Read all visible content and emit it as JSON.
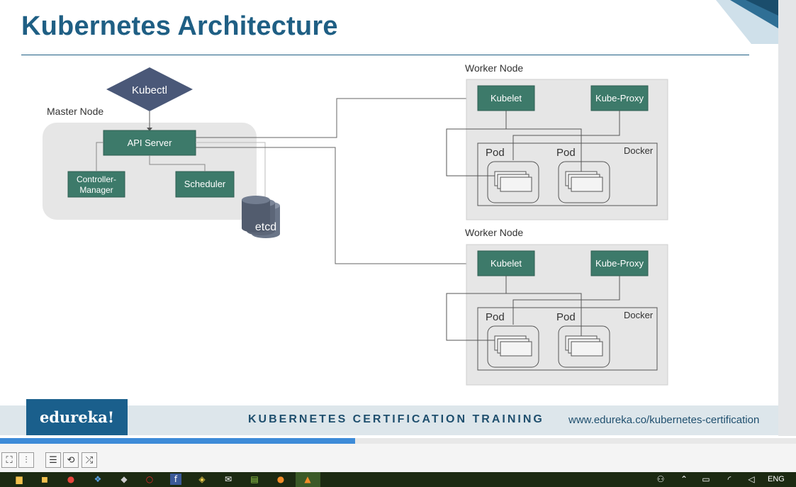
{
  "slide": {
    "title": "Kubernetes Architecture",
    "brand_color": "#1f5f84",
    "node_color": "#3d7a6a"
  },
  "diagram": {
    "kubectl": "Kubectl",
    "master_node_label": "Master Node",
    "api_server": "API Server",
    "controller_manager_line1": "Controller-",
    "controller_manager_line2": "Manager",
    "scheduler": "Scheduler",
    "etcd": "etcd",
    "worker_nodes": [
      {
        "label": "Worker Node",
        "kubelet": "Kubelet",
        "kube_proxy": "Kube-Proxy",
        "docker": "Docker",
        "pods": [
          "Pod",
          "Pod"
        ]
      },
      {
        "label": "Worker Node",
        "kubelet": "Kubelet",
        "kube_proxy": "Kube-Proxy",
        "docker": "Docker",
        "pods": [
          "Pod",
          "Pod"
        ]
      }
    ]
  },
  "footer": {
    "logo": "edureka!",
    "title": "KUBERNETES CERTIFICATION TRAINING",
    "url": "www.edureka.co/kubernetes-certification"
  },
  "player": {
    "progress_percent": 44.6,
    "buttons": [
      "fullscreen-icon",
      "equalizer-icon",
      "playlist-icon",
      "repeat-icon",
      "shuffle-icon"
    ]
  },
  "taskbar": {
    "language": "ENG",
    "icons": [
      "file-explorer-icon",
      "store-icon",
      "chrome-icon",
      "dropbox-icon",
      "app-icon",
      "opera-icon",
      "facebook-icon",
      "python-icon",
      "mail-icon",
      "notepad-icon",
      "firefox-icon",
      "vlc-icon"
    ]
  }
}
